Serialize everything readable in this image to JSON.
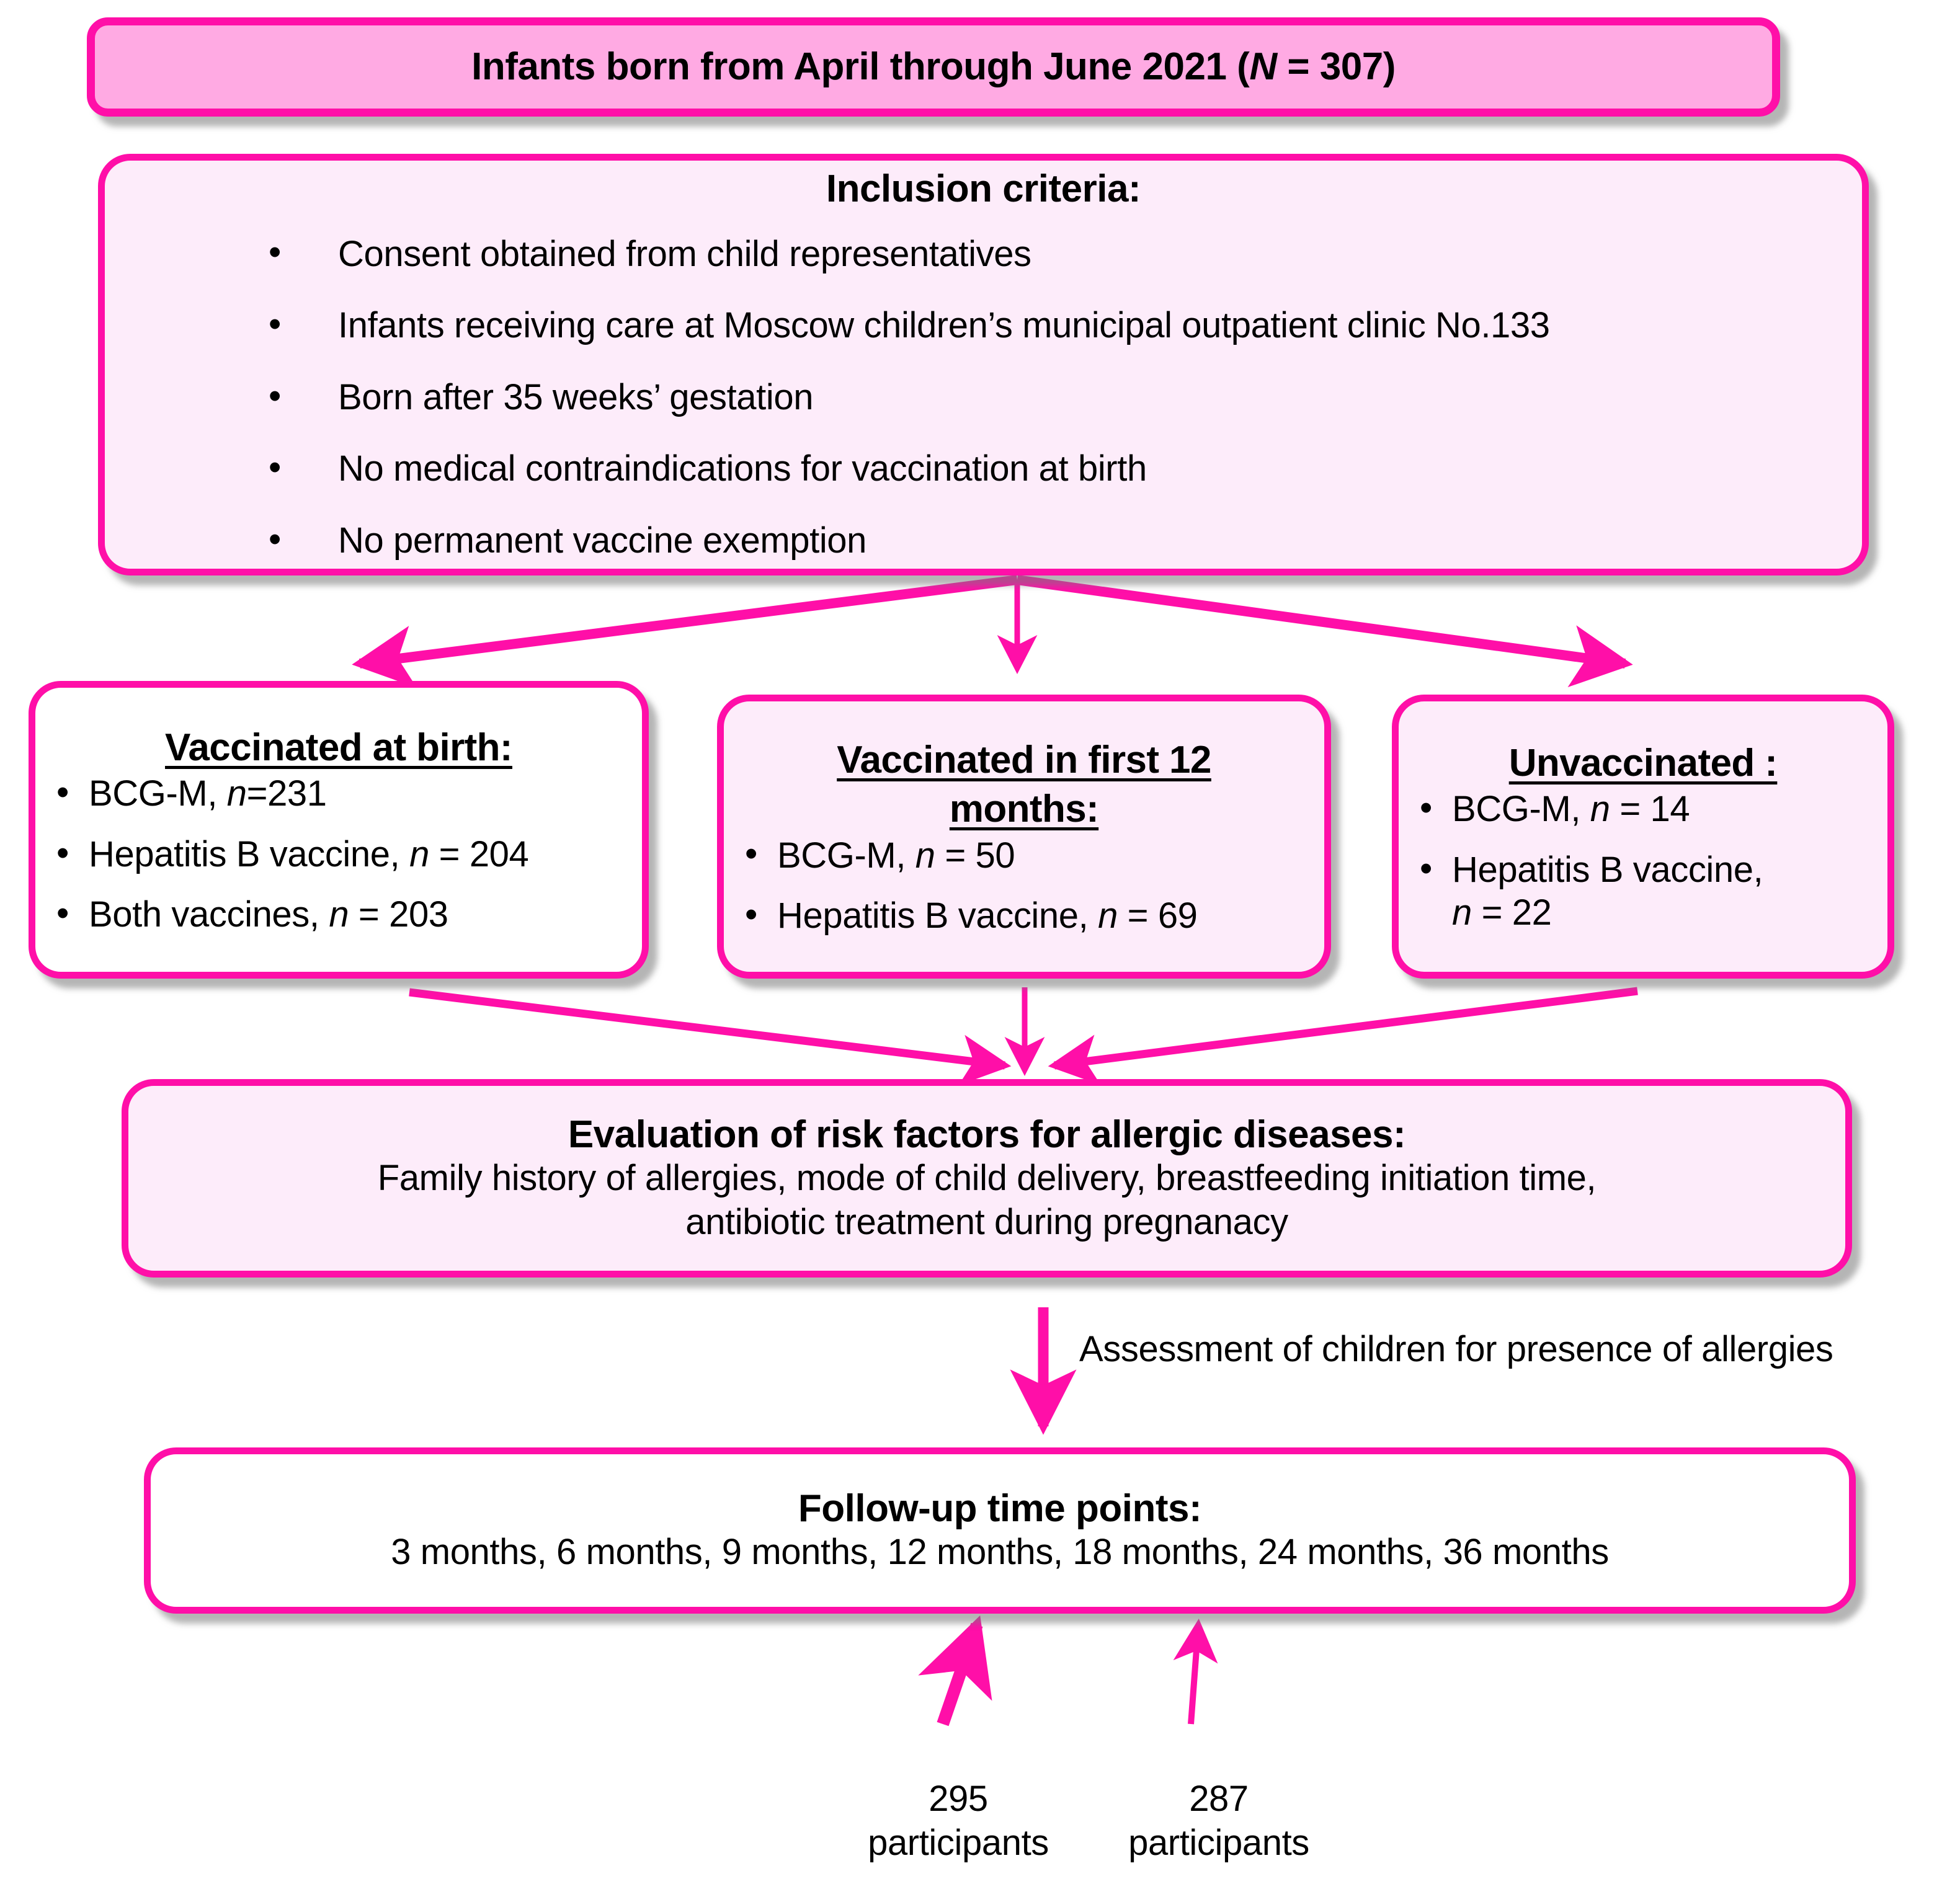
{
  "diagram": {
    "accent_color": "#FF0FA8",
    "fill_deep_pink": "#FFAAE3",
    "fill_light_pink": "#FDECFA",
    "fill_white": "#FFFFFF",
    "title_box": {
      "text_prefix": "Infants born from April through June 2021  (",
      "italic_n": "N",
      "text_suffix": " = 307)"
    },
    "inclusion": {
      "heading": "Inclusion criteria:",
      "items": [
        "Consent obtained from child representatives",
        "Infants receiving care at Moscow children’s municipal outpatient clinic No.133",
        "Born after 35 weeks’ gestation",
        "No medical contraindications for vaccination at birth",
        "No permanent vaccine exemption"
      ]
    },
    "groups": [
      {
        "heading": "Vaccinated at birth:",
        "items": [
          {
            "label": "BCG-M, ",
            "italic_n": "n",
            "value": "=231"
          },
          {
            "label": "Hepatitis B vaccine, ",
            "italic_n": "n",
            "value": " = 204"
          },
          {
            "label": "Both vaccines, ",
            "italic_n": "n",
            "value": " = 203"
          }
        ]
      },
      {
        "heading_line1": "Vaccinated in first 12",
        "heading_line2": "months:",
        "items": [
          {
            "label": "BCG-M, ",
            "italic_n": "n",
            "value": " = 50"
          },
          {
            "label": "Hepatitis B vaccine, ",
            "italic_n": "n",
            "value": " = 69"
          }
        ]
      },
      {
        "heading": "Unvaccinated :",
        "items": [
          {
            "label": "BCG-M, ",
            "italic_n": "n",
            "value": " = 14"
          },
          {
            "label": "Hepatitis B vaccine,",
            "italic_n": "n",
            "value": " = 22",
            "wrap": true
          }
        ]
      }
    ],
    "evaluation": {
      "heading": "Evaluation of risk factors for allergic diseases:",
      "line1": "Family history of allergies, mode of child delivery, breastfeeding initiation time,",
      "line2": "antibiotic treatment during pregnanacy"
    },
    "assessment_label": "Assessment of children for presence of allergies",
    "followup": {
      "heading": "Follow-up time points:",
      "timepoints": "3 months, 6 months, 9 months, 12 months, 18 months, 24 months, 36 months"
    },
    "participants": [
      {
        "count": "295",
        "label": "participants"
      },
      {
        "count": "287",
        "label": "participants"
      }
    ]
  }
}
